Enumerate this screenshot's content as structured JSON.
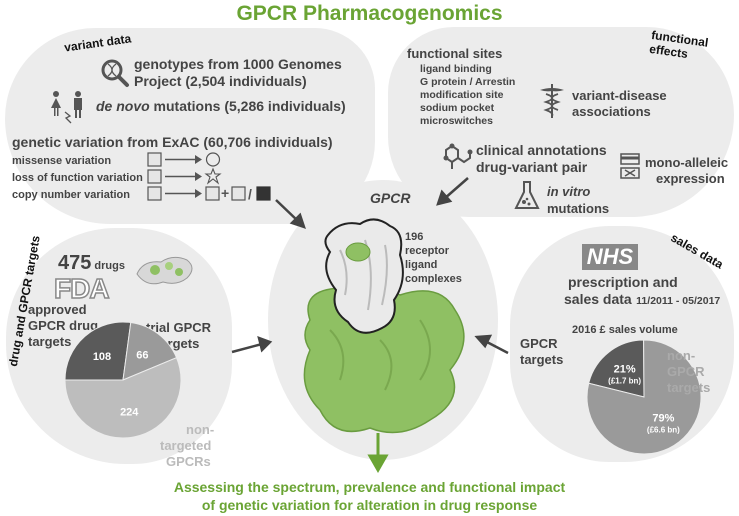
{
  "title": "GPCR Pharmacogenomics",
  "variant": {
    "header": "variant data",
    "genomes_line1": "genotypes from 1000 Genomes",
    "genomes_line2": "Project (2,504 individuals)",
    "denovo_italic": "de novo",
    "denovo_rest": " mutations (5,286 individuals)",
    "exac": "genetic variation from ExAC (60,706 individuals)",
    "rows": [
      "missense variation",
      "loss of function variation",
      "copy number variation"
    ]
  },
  "functional": {
    "header": "functional effects",
    "sites_title": "functional sites",
    "sites": [
      "ligand binding",
      "G protein / Arrestin",
      "modification site",
      "sodium pocket",
      "microswitches"
    ],
    "disease_line1": "variant-disease",
    "disease_line2": "associations",
    "clinical_line1": "clinical annotations",
    "clinical_line2": "drug-variant pair",
    "mono_line1": "mono-alleleic",
    "mono_line2": "expression",
    "invitro_italic": "in vitro",
    "invitro_rest": "mutations"
  },
  "center": {
    "label": "GPCR",
    "complexes": [
      "196",
      "receptor",
      "ligand",
      "complexes"
    ]
  },
  "drug": {
    "header": "drug and GPCR targets",
    "count": "475",
    "count_suffix": " drugs",
    "logo": "FDA",
    "approved": [
      "approved",
      "GPCR drug",
      "targets"
    ],
    "trial": [
      "trial GPCR",
      "targets"
    ],
    "nontargeted": [
      "non-",
      "targeted",
      "GPCRs"
    ]
  },
  "sales": {
    "header": "sales data",
    "logo": "NHS",
    "presc_line1": "prescription and",
    "presc_line2": "sales data",
    "dates": "11/2011 - 05/2017",
    "volume": "2016 £ sales volume",
    "gpcr_targets": [
      "GPCR",
      "targets"
    ],
    "non_gpcr": [
      "non-",
      "GPCR",
      "targets"
    ]
  },
  "bottom_line1": "Assessing the spectrum, prevalence and functional impact",
  "bottom_line2": "of genetic variation for alteration in drug response",
  "colors": {
    "green": "#6aa434",
    "panel": "#ececec",
    "dark": "#5a5a5a",
    "mid": "#9a9a9a",
    "light": "#bdbdbd"
  },
  "chart_data": [
    {
      "type": "pie",
      "title": "",
      "slices": [
        {
          "label": "approved GPCR drug targets",
          "value": 108,
          "color": "#5a5a5a"
        },
        {
          "label": "trial GPCR targets",
          "value": 66,
          "color": "#9a9a9a"
        },
        {
          "label": "non-targeted GPCRs",
          "value": 224,
          "color": "#bdbdbd"
        }
      ]
    },
    {
      "type": "pie",
      "title": "2016 £ sales volume",
      "slices": [
        {
          "label": "GPCR targets",
          "value": 21,
          "display": "21%",
          "sub": "(£1.7 bn)",
          "color": "#5a5a5a"
        },
        {
          "label": "non-GPCR targets",
          "value": 79,
          "display": "79%",
          "sub": "(£6.6 bn)",
          "color": "#9a9a9a"
        }
      ]
    }
  ]
}
